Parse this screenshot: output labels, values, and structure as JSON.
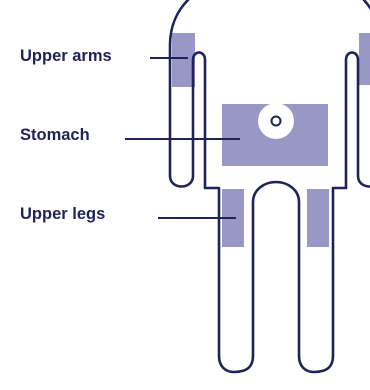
{
  "colors": {
    "outline": "#1f2358",
    "zone_fill": "#9998c4",
    "background": "#ffffff"
  },
  "labels": {
    "upper_arms": "Upper arms",
    "stomach": "Stomach",
    "upper_legs": "Upper legs"
  }
}
